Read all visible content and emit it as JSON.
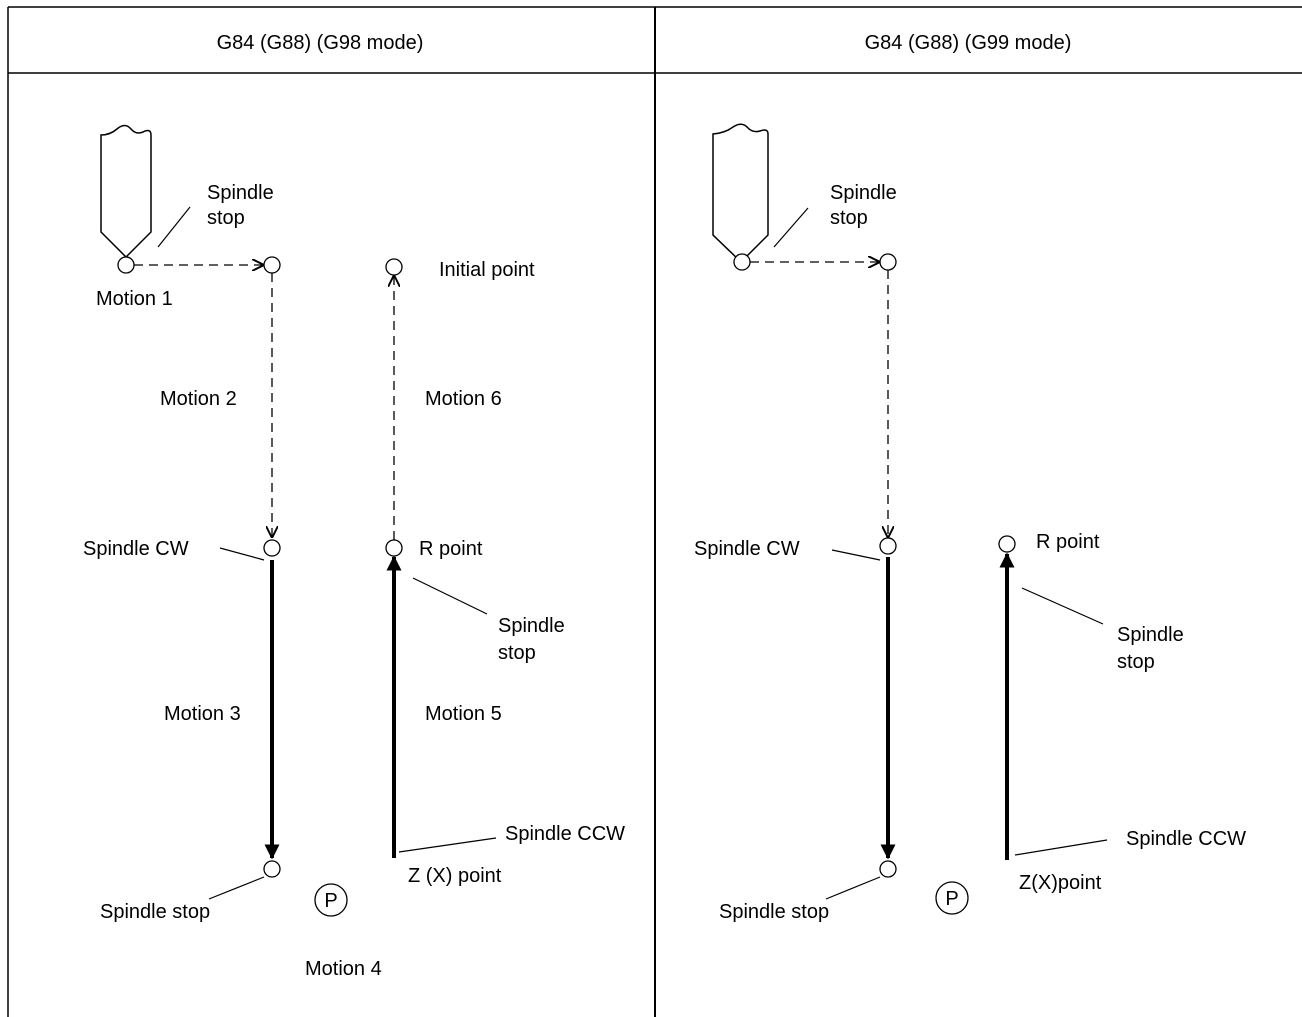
{
  "panels": {
    "left": {
      "header": "G84 (G88) (G98 mode)",
      "spindle_stop_top": [
        "Spindle",
        "stop"
      ],
      "motion1": "Motion 1",
      "initial_point": "Initial point",
      "motion2": "Motion 2",
      "motion6": "Motion 6",
      "spindle_cw": "Spindle CW",
      "r_point": "R point",
      "spindle_stop_r": [
        "Spindle",
        "stop"
      ],
      "motion3": "Motion 3",
      "motion5": "Motion 5",
      "spindle_ccw": "Spindle CCW",
      "z_point": "Z (X) point",
      "spindle_stop_bottom": "Spindle stop",
      "dwell": "P",
      "motion4": "Motion 4"
    },
    "right": {
      "header": "G84 (G88) (G99 mode)",
      "spindle_stop_top": [
        "Spindle",
        "stop"
      ],
      "spindle_cw": "Spindle CW",
      "r_point": "R point",
      "spindle_stop_r": [
        "Spindle",
        "stop"
      ],
      "spindle_ccw": "Spindle CCW",
      "z_point": "Z(X)point",
      "spindle_stop_bottom": "Spindle stop",
      "dwell": "P"
    }
  }
}
